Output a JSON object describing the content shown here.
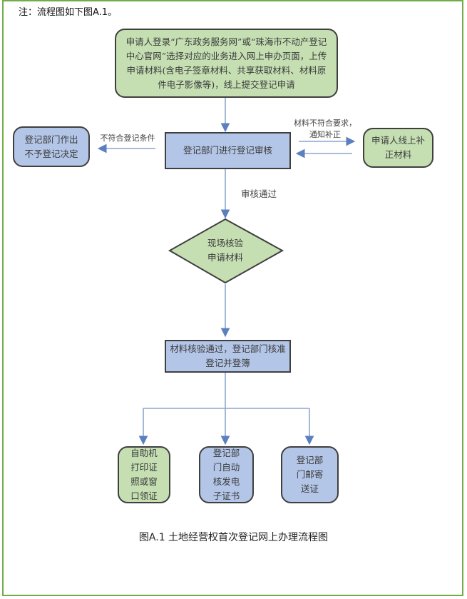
{
  "note": "注：流程图如下图A.1。",
  "nodes": {
    "start": "申请人登录“广东政务服务网”或“珠海市不动产登记中心官网”选择对应的业务进入网上申办页面，上传申请材料(含电子签章材料、共享获取材料、材料原件电子影像等)，线上提交登记申请",
    "review": "登记部门进行登记审核",
    "reject": "登记部门作出不予登记决定",
    "supplement": "申请人线上补正材料",
    "verify_line1": "现场核验",
    "verify_line2": "申请材料",
    "approve_line1": "材料核验通过，登记部门核准",
    "approve_line2": "登记并登簿",
    "out1": "自助机打印证照或窗口领证",
    "out2": "登记部门自动核发电子证书",
    "out3": "登记部门邮寄送证"
  },
  "edge_labels": {
    "reject": "不符合登记条件",
    "supplement_line1": "材料不符合要求，",
    "supplement_line2": "通知补正",
    "pass": "审核通过"
  },
  "caption": "图A.1 土地经营权首次登记网上办理流程图",
  "colors": {
    "frame": "#70ad47",
    "green_fill": "#c5dfb3",
    "blue_fill": "#b4c6e7",
    "arrow": "#5b7fbf"
  }
}
